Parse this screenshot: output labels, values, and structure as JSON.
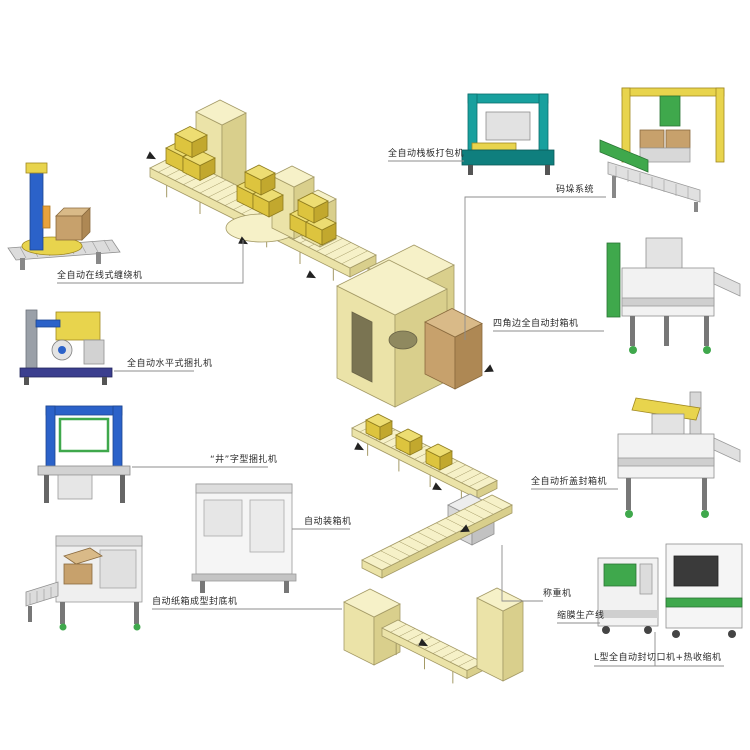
{
  "diagram": {
    "labels": {
      "wrapper": "全自动在线式缠绕机",
      "horizontal_strapper": "全自动水平式捆扎机",
      "well_strapper": "“井”字型捆扎机",
      "carton_former": "自动纸箱成型封底机",
      "case_packer": "自动装箱机",
      "pallet_strapper": "全自动栈板打包机",
      "palletizing": "码垛系统",
      "four_corner_sealer": "四角边全自动封箱机",
      "flap_sealer": "全自动折盖封箱机",
      "weigher": "称重机",
      "shrink_line": "缩膜生产线",
      "l_sealer": "L型全自动封切口机+热收缩机"
    }
  },
  "colors": {
    "pale": {
      "t": "#f6f1c8",
      "f": "#ebe3a8",
      "r": "#d9cf8c",
      "s": "#a49a66"
    },
    "cube": {
      "t": "#eddd72",
      "f": "#ddc43e",
      "r": "#c2a82e",
      "s": "#8f7c1e"
    },
    "brown": {
      "t": "#d9ba88",
      "f": "#c7a16c",
      "r": "#ae8854",
      "s": "#8a6a3e"
    },
    "gray": {
      "t": "#ededed",
      "f": "#d8d8d8",
      "r": "#c2c2c2",
      "s": "#909090"
    },
    "callout_line": "#8c8c8c",
    "arrow": "#222222",
    "accent_blue": "#2b62c9",
    "accent_teal": "#18a09e",
    "accent_green": "#3fa84c",
    "accent_yellow": "#e8d44d"
  }
}
